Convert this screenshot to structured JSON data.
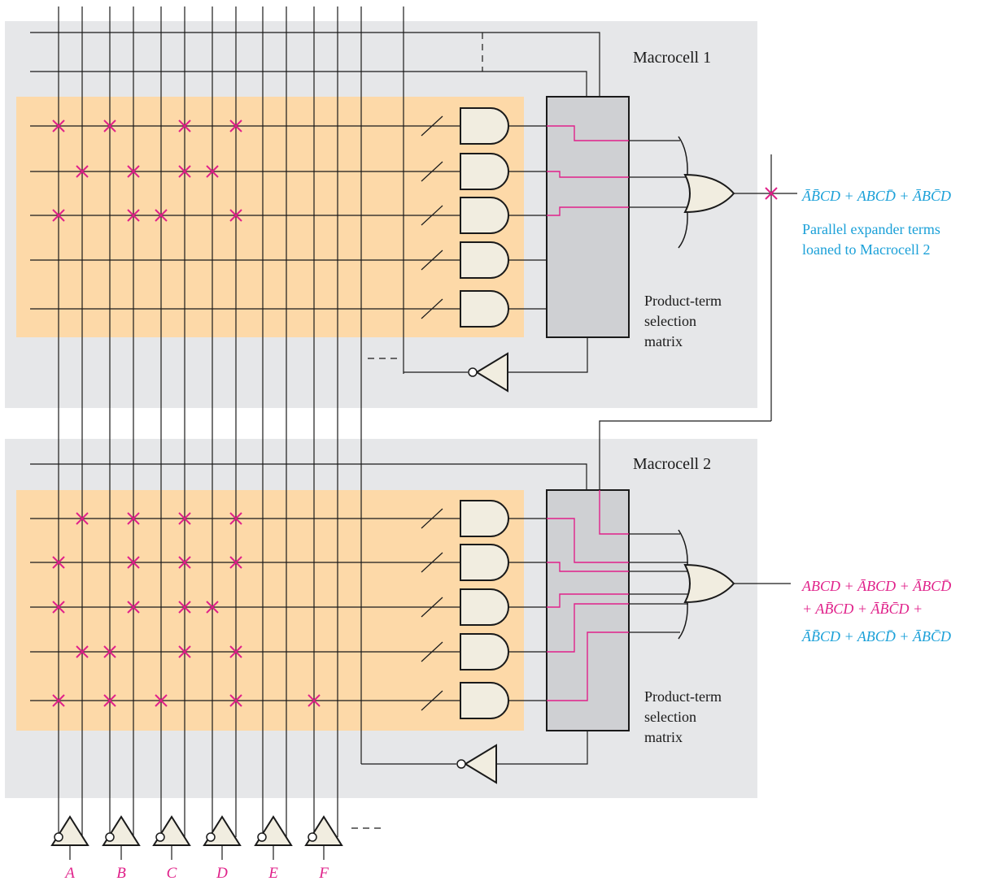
{
  "macrocell1": {
    "title": "Macrocell 1",
    "matrix_label": [
      "Product-term",
      "selection",
      "matrix"
    ],
    "output_expression": "ĀB̄CD + ABCD̄ + ĀBC̄D",
    "expander_note": [
      "Parallel expander terms",
      "loaned to Macrocell 2"
    ]
  },
  "macrocell2": {
    "title": "Macrocell 2",
    "matrix_label": [
      "Product-term",
      "selection",
      "matrix"
    ],
    "output_expression": [
      "ABCD + ĀBCD + ĀBCD̄",
      "+ AB̄CD + ĀB̄C̄D +",
      "ĀB̄CD + ABCD̄ + ĀBC̄D"
    ]
  },
  "inputs": [
    "A",
    "B",
    "C",
    "D",
    "E",
    "F"
  ],
  "colors": {
    "background_panel": "#e6e7e9",
    "and_array": "#fdd9a8",
    "matrix_box": "#cfd0d3",
    "gate_fill": "#f1ede0",
    "connection": "#e0218a",
    "loaned_output": "#1aa0d8",
    "wire": "#1a1a1a"
  }
}
